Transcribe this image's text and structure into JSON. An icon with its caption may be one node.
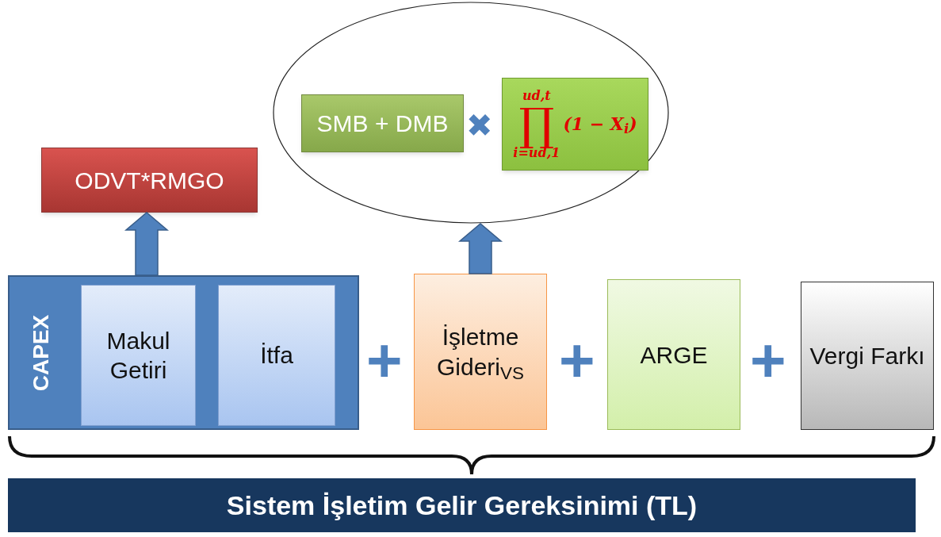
{
  "diagram": {
    "nodes": [
      {
        "text": [
          "CAPEX"
        ]
      },
      {
        "text": [
          "Makul Getiri"
        ],
        "in": 0
      },
      {
        "text": [
          "İtfa"
        ],
        "in": 0
      },
      {
        "text": [
          "İşletme Gideri$_{VS}$"
        ]
      },
      {
        "text": [
          "ARGE"
        ]
      },
      {
        "text": [
          "Vergi Farkı"
        ]
      },
      {
        "text": [
          "ODVT*RMGO"
        ]
      },
      {
        "text": [],
        "shape": "ellipse"
      },
      {
        "text": [
          "SMB + DMB"
        ],
        "in": 7
      },
      {
        "text": [
          "ud,t",
          "∏",
          "i=ud,1",
          "(1 − X$_{i}$)"
        ],
        "in": 7
      },
      {
        "text": [
          "Sistem İşletim Gelir Gereksinimi (TL)"
        ]
      }
    ],
    "edges": [
      {
        "from": 0,
        "to": 6,
        "arrow": "to",
        "style": "thick"
      },
      {
        "from": 3,
        "to": 7,
        "arrow": "to",
        "style": "thick"
      }
    ],
    "labels": [
      "✖",
      "+",
      "+",
      "+"
    ]
  }
}
